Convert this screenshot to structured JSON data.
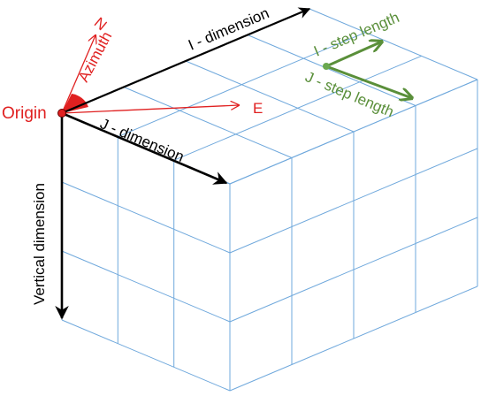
{
  "labels": {
    "origin": "Origin",
    "north": "N",
    "east": "E",
    "azimuth": "Azimuth",
    "i_dimension": "I - dimension",
    "j_dimension": "J - dimension",
    "vertical_dimension": "Vertical dimension",
    "i_step_length": "I - step length",
    "j_step_length": "J - step length"
  },
  "colors": {
    "grid": "#6fa8dc",
    "axis": "#000000",
    "orientation": "#e02020",
    "step": "#5a8f3a"
  }
}
